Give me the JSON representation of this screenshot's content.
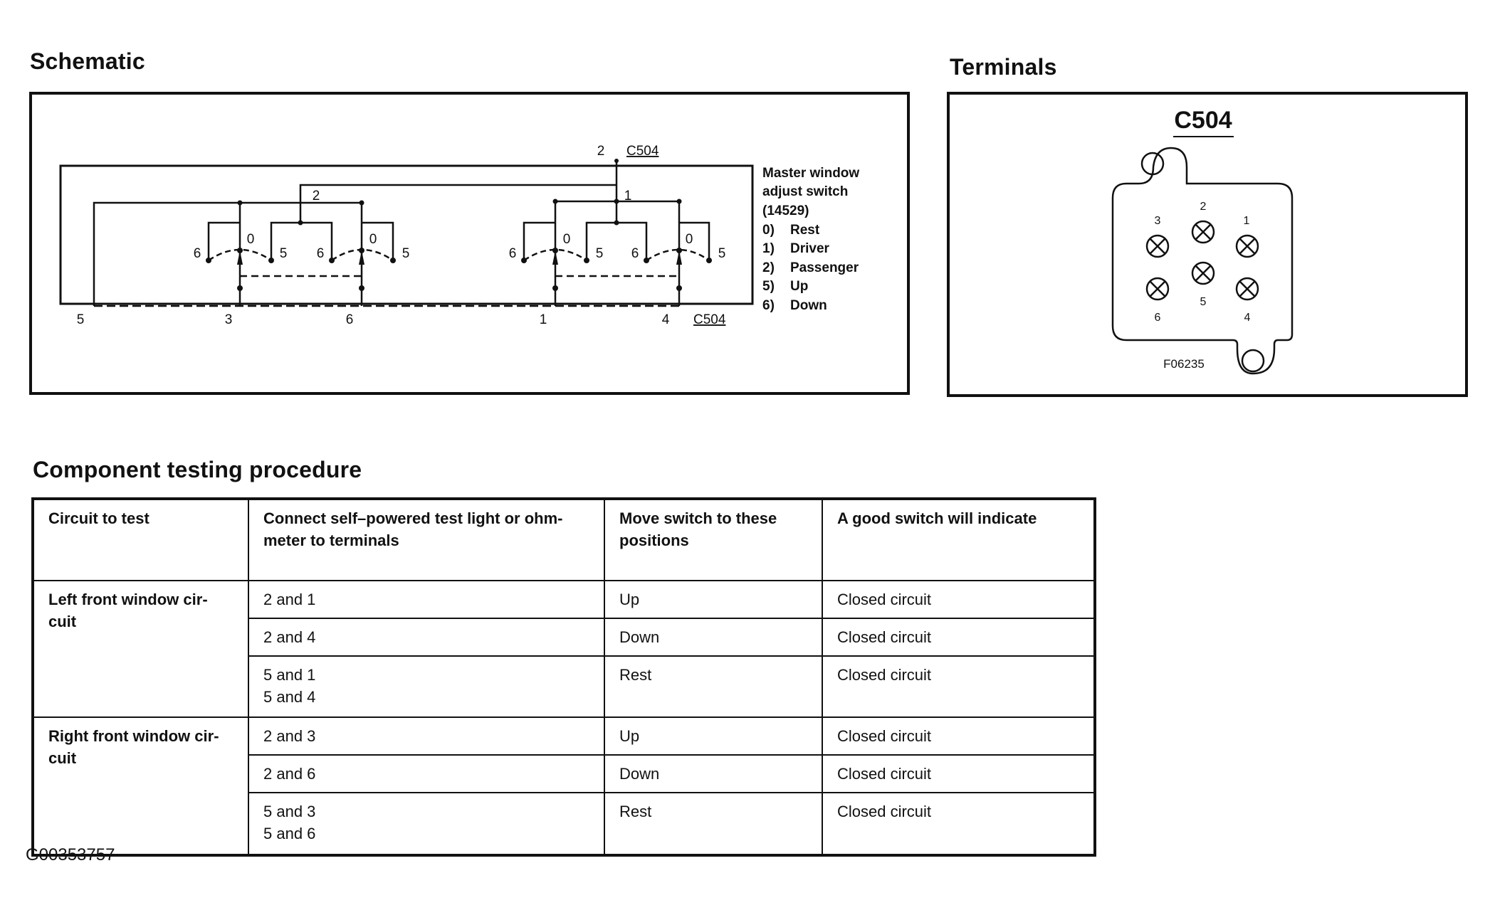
{
  "headings": {
    "schematic": "Schematic",
    "terminals": "Terminals",
    "procedure": "Component testing procedure"
  },
  "schematic": {
    "top_connector": "C504",
    "bottom_connector": "C504",
    "top_pin": "2",
    "wire_labels": [
      "2",
      "1"
    ],
    "bottom_pins": [
      "5",
      "3",
      "6",
      "1",
      "4"
    ],
    "contact_labels": {
      "down": "6",
      "rest": "0",
      "up": "5"
    },
    "legend": {
      "lines": [
        "Master window",
        "adjust switch",
        "(14529)"
      ],
      "positions": [
        {
          "key": "0)",
          "label": "Rest"
        },
        {
          "key": "1)",
          "label": "Driver"
        },
        {
          "key": "2)",
          "label": "Passenger"
        },
        {
          "key": "5)",
          "label": "Up"
        },
        {
          "key": "6)",
          "label": "Down"
        }
      ]
    }
  },
  "terminals": {
    "connector": "C504",
    "pins": [
      "1",
      "2",
      "3",
      "4",
      "5",
      "6"
    ],
    "figure_code": "F06235"
  },
  "table": {
    "headers": [
      "Circuit to test",
      "Connect self–powered test light or ohm-\nmeter to terminals",
      "Move switch to these\npositions",
      "A good switch will indicate"
    ],
    "groups": [
      {
        "circuit": "Left front window cir-\ncuit",
        "rows": [
          {
            "terminals": "2 and 1",
            "position": "Up",
            "indicate": "Closed circuit"
          },
          {
            "terminals": "2 and 4",
            "position": "Down",
            "indicate": "Closed circuit"
          },
          {
            "terminals": "5 and 1\n5 and 4",
            "position": "Rest",
            "indicate": "Closed circuit"
          }
        ]
      },
      {
        "circuit": "Right front window cir-\ncuit",
        "rows": [
          {
            "terminals": "2 and 3",
            "position": "Up",
            "indicate": "Closed circuit"
          },
          {
            "terminals": "2 and 6",
            "position": "Down",
            "indicate": "Closed circuit"
          },
          {
            "terminals": "5 and 3\n5 and 6",
            "position": "Rest",
            "indicate": "Closed circuit"
          }
        ]
      }
    ]
  },
  "figure_id": "G00353757"
}
